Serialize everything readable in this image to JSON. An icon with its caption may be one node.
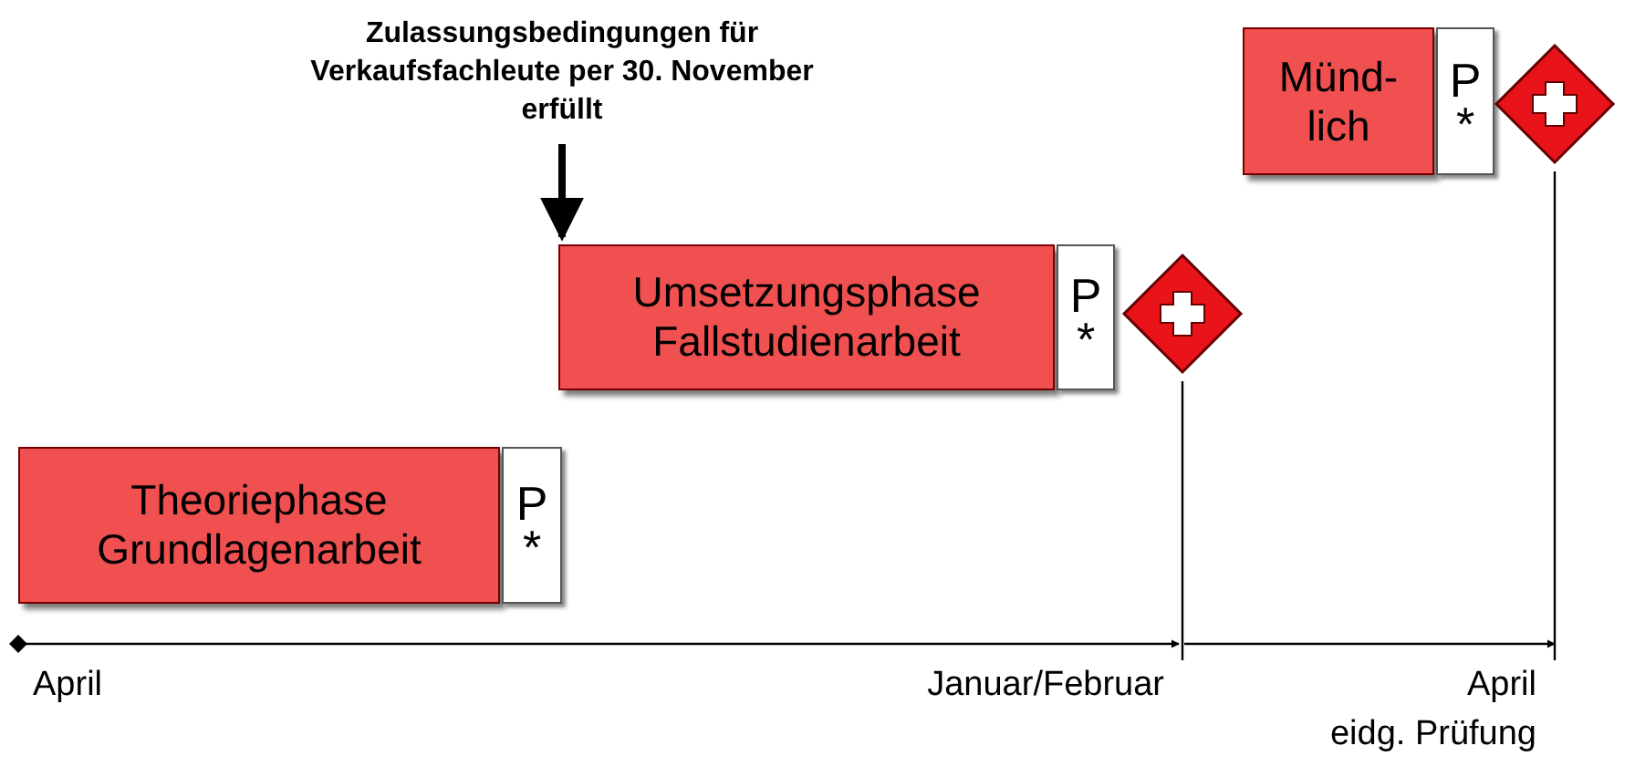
{
  "diagram": {
    "nodes": [
      {
        "text": [
          "Theoriephase Grundlagenarbeit"
        ]
      },
      {
        "text": [
          "P",
          "*"
        ]
      },
      {
        "text": [
          "Umsetzungsphase Fallstudienarbeit"
        ]
      },
      {
        "text": [
          "P",
          "*"
        ]
      },
      {
        "text": [],
        "shape": "diamond"
      },
      {
        "text": [
          "Münd-lich"
        ]
      },
      {
        "text": [
          "P",
          "*"
        ]
      },
      {
        "text": [],
        "shape": "diamond"
      },
      {
        "text": [
          "Zulassungsbedingungen für Verkaufsfachleute per 30. November erfüllt"
        ]
      }
    ],
    "edges": [
      {
        "from": 8,
        "to": 2,
        "arrow": "to",
        "style": "thick"
      },
      {
        "from": 4,
        "to": null,
        "arrow": "none"
      },
      {
        "from": 7,
        "to": null,
        "arrow": "none"
      }
    ],
    "labels": [
      "April",
      "Januar/Februar",
      "April",
      "eidg. Prüfung"
    ]
  }
}
